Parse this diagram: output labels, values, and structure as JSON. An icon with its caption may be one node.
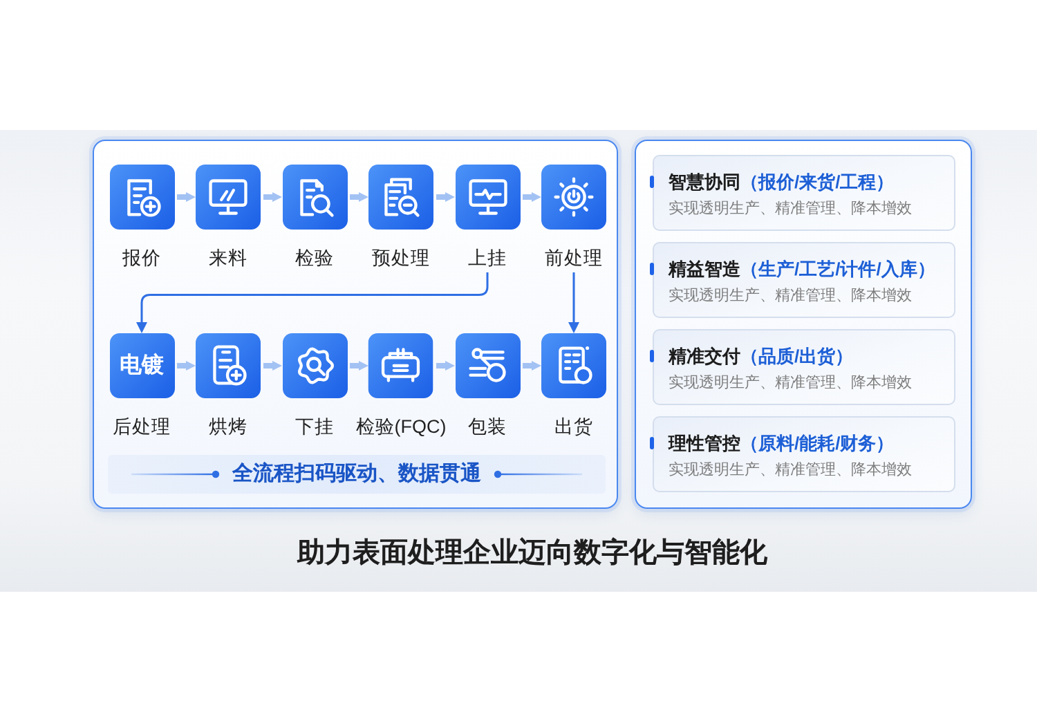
{
  "diagram": {
    "title": "助力表面处理企业迈向数字化与智能化",
    "nodes": [
      {
        "text": [],
        "shape": "box"
      },
      {
        "text": [
          "报价"
        ],
        "in": 0
      },
      {
        "text": [
          "来料"
        ],
        "in": 0
      },
      {
        "text": [
          "检验"
        ],
        "in": 0
      },
      {
        "text": [
          "预处理"
        ],
        "in": 0
      },
      {
        "text": [
          "上挂"
        ],
        "in": 0
      },
      {
        "text": [
          "前处理"
        ],
        "in": 0
      },
      {
        "text": [
          "电镀",
          "后处理"
        ],
        "in": 0
      },
      {
        "text": [
          "烘烤"
        ],
        "in": 0
      },
      {
        "text": [
          "下挂"
        ],
        "in": 0
      },
      {
        "text": [
          "检验(FQC)"
        ],
        "in": 0
      },
      {
        "text": [
          "包装"
        ],
        "in": 0
      },
      {
        "text": [
          "出货"
        ],
        "in": 0
      },
      {
        "text": [
          "全流程扫码驱动、数据贯通"
        ],
        "in": 0
      },
      {
        "text": [],
        "shape": "box"
      },
      {
        "text": [
          "智慧协同",
          "（报价/来货/工程）",
          "实现透明生产、精准管理、降本增效"
        ],
        "in": 14
      },
      {
        "text": [
          "精益智造",
          "（生产/工艺/计件/入库）",
          "实现透明生产、精准管理、降本增效"
        ],
        "in": 14
      },
      {
        "text": [
          "精准交付",
          "（品质/出货）",
          "实现透明生产、精准管理、降本增效"
        ],
        "in": 14
      },
      {
        "text": [
          "理性管控",
          "（原料/能耗/财务）",
          "实现透明生产、精准管理、降本增效"
        ],
        "in": 14
      }
    ],
    "edges": [
      {
        "from": 1,
        "to": 2,
        "arrow": "to"
      },
      {
        "from": 2,
        "to": 3,
        "arrow": "to"
      },
      {
        "from": 3,
        "to": 4,
        "arrow": "to"
      },
      {
        "from": 4,
        "to": 5,
        "arrow": "to"
      },
      {
        "from": 5,
        "to": 6,
        "arrow": "to"
      },
      {
        "from": 5,
        "to": 7,
        "arrow": "to",
        "color": "#2f6fe4"
      },
      {
        "from": 6,
        "to": 12,
        "arrow": "to",
        "color": "#2f6fe4"
      },
      {
        "from": 7,
        "to": 8,
        "arrow": "to"
      },
      {
        "from": 8,
        "to": 9,
        "arrow": "to"
      },
      {
        "from": 9,
        "to": 10,
        "arrow": "to"
      },
      {
        "from": 10,
        "to": 11,
        "arrow": "to"
      },
      {
        "from": 11,
        "to": 12,
        "arrow": "to"
      }
    ]
  }
}
